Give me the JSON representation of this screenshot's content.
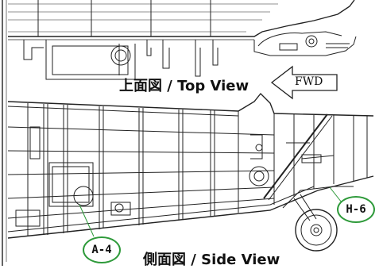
{
  "views": {
    "top_caption": "上面図 / Top View",
    "side_caption": "側面図 / Side View"
  },
  "direction_arrow": {
    "label": "FWD"
  },
  "callouts": {
    "a4": "A-4",
    "h6": "H-6"
  },
  "colors": {
    "callout_ring": "#2e9a3a",
    "line": "#222222"
  }
}
